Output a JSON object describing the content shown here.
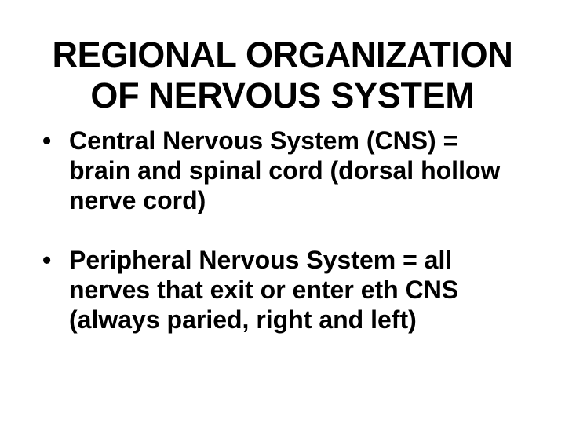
{
  "slide": {
    "background_color": "#ffffff",
    "text_color": "#000000",
    "title": {
      "full_text": "REGIONAL ORGANIZATION OF NERVOUS SYSTEM",
      "lines": [
        "REGIONAL ORGANIZATION",
        "OF NERVOUS SYSTEM"
      ]
    },
    "bullets": [
      {
        "marker": "•",
        "full_text": "Central Nervous System (CNS) = brain and spinal cord (dorsal hollow nerve cord)",
        "lines": [
          "Central Nervous System (CNS) =",
          "brain and spinal cord (dorsal hollow",
          "nerve cord)"
        ]
      },
      {
        "marker": "•",
        "full_text": "Peripheral Nervous System = all nerves that exit or enter eth CNS (always paried, right and left)",
        "lines": [
          "Peripheral Nervous System = all",
          "nerves that exit or enter eth CNS",
          "(always paried, right and left)"
        ]
      }
    ]
  }
}
